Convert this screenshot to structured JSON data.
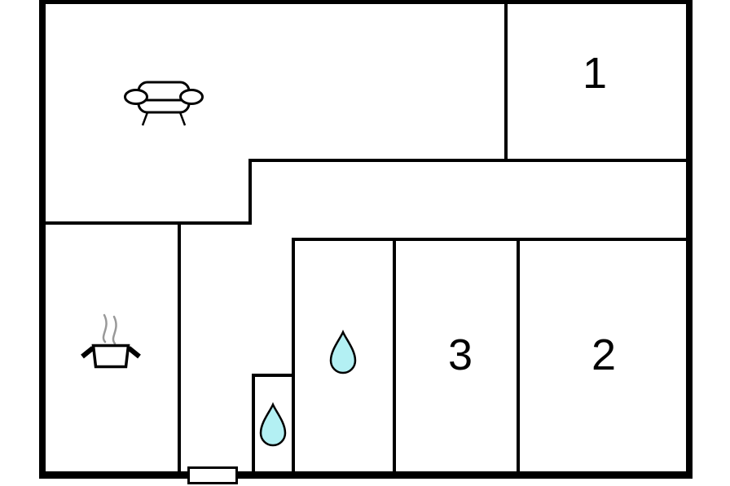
{
  "colors": {
    "wall": "#000000",
    "background": "#ffffff",
    "water_drop_fill": "#b3f0f3",
    "water_drop_outline": "#000000",
    "steam": "#999999",
    "label": "#000000"
  },
  "rooms": [
    {
      "id": "room-1",
      "label": "1"
    },
    {
      "id": "room-2",
      "label": "2"
    },
    {
      "id": "room-3",
      "label": "3"
    }
  ],
  "icons": [
    {
      "name": "sofa-icon"
    },
    {
      "name": "cooking-pot-icon"
    },
    {
      "name": "water-drop-icon"
    },
    {
      "name": "water-drop-icon"
    },
    {
      "name": "entrance-door"
    }
  ]
}
